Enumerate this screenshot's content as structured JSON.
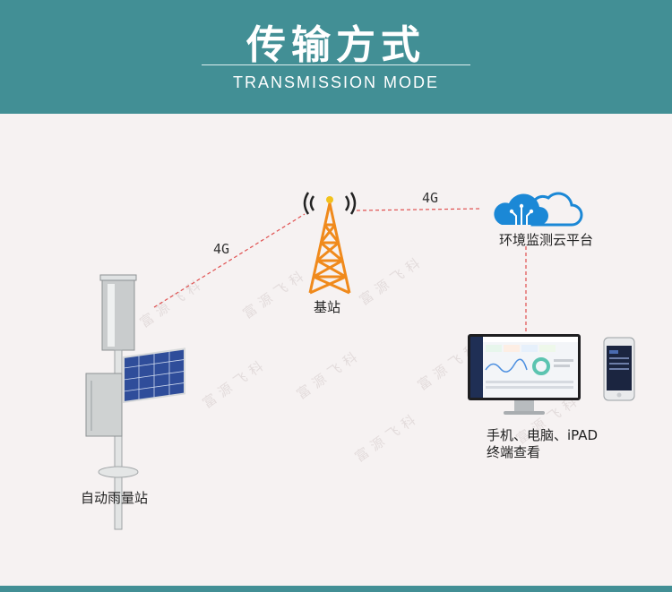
{
  "header": {
    "title": "传输方式",
    "subtitle": "TRANSMISSION MODE"
  },
  "nodes": {
    "rain_station": "自动雨量站",
    "base_station": "基站",
    "cloud_platform": "环境监测云平台",
    "devices_line1": "手机、电脑、iPAD",
    "devices_line2": "终端查看"
  },
  "links": {
    "station_to_tower": "4G",
    "tower_to_cloud": "4G"
  },
  "watermark": "富源飞科",
  "colors": {
    "header": "#428f95",
    "tower": "#f08a1c",
    "cloud": "#1b88d6",
    "dashed_link": "#e05050"
  }
}
